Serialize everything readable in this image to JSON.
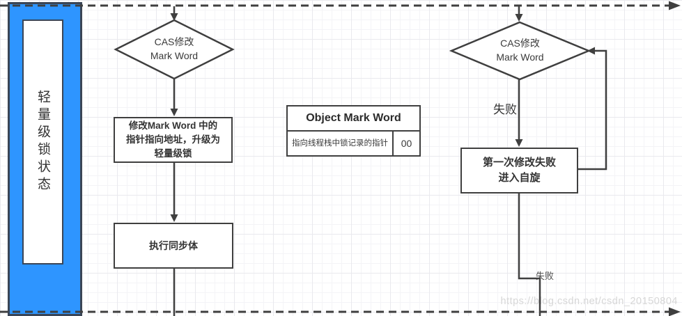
{
  "sidebar": {
    "label": "轻量级锁状态"
  },
  "nodes": {
    "cas_left": {
      "line1": "CAS修改",
      "line2": "Mark Word"
    },
    "upgrade_box": {
      "line1": "修改Mark Word 中的",
      "line2": "指针指向地址，升级为",
      "line3": "轻量级锁"
    },
    "sync_box": {
      "label": "执行同步体"
    },
    "cas_right": {
      "line1": "CAS修改",
      "line2": "Mark Word"
    },
    "spin_box": {
      "line1": "第一次修改失败",
      "line2": "进入自旋"
    }
  },
  "labels": {
    "fail_right": "失败",
    "fail_bottom": "失败"
  },
  "mark_word_table": {
    "header": "Object Mark Word",
    "pointer_cell": "指向线程栈中锁记录的指针",
    "flag_cell": "00"
  },
  "watermark": "https://blog.csdn.net/csdn_20150804",
  "colors": {
    "sidebar_blue": "#2E95FF",
    "sidebar_border": "#3A4556",
    "line_dark": "#3F3F3F",
    "grid_minor": "#F4F4F7",
    "grid_major": "#E9E9EE",
    "watermark_gray": "#D7D7D7"
  }
}
